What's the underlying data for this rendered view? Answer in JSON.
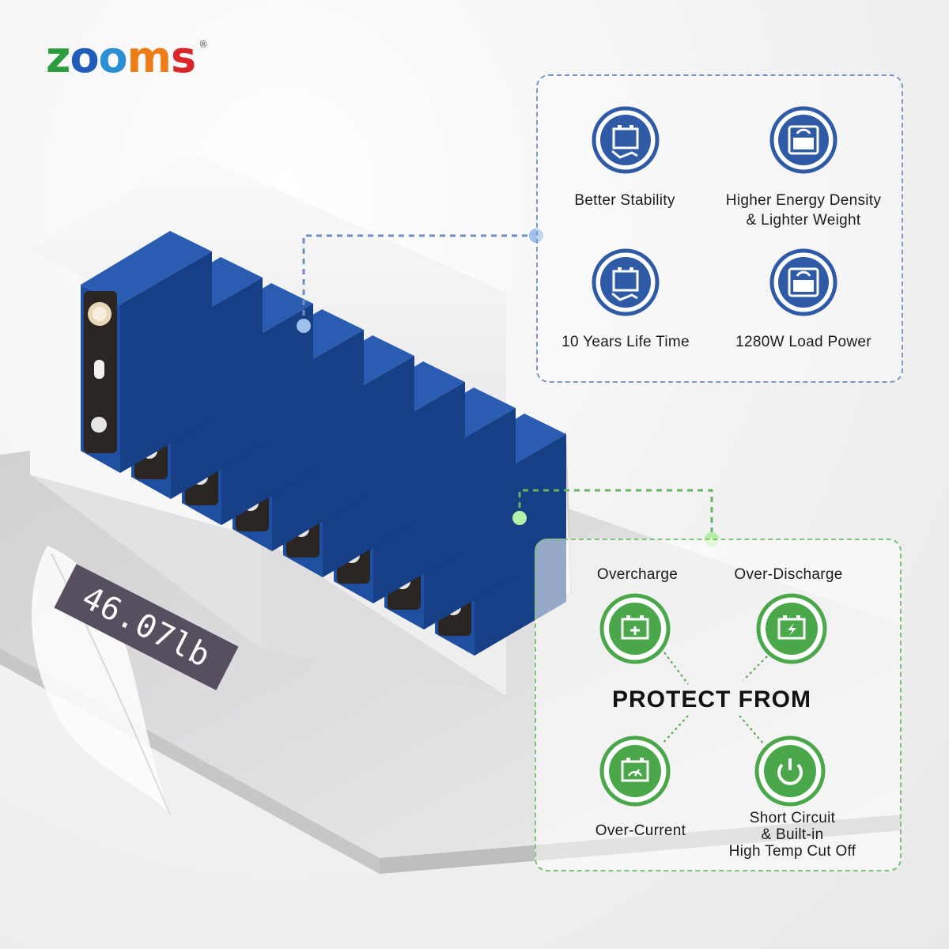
{
  "brand": {
    "logo_text": "zooms",
    "registered_mark": "®",
    "letter_colors": [
      "#2c9d3c",
      "#1f5db8",
      "#2b8fd3",
      "#ef7d17",
      "#d8262b"
    ]
  },
  "scale": {
    "readout": "46.07lb"
  },
  "features": {
    "items": [
      {
        "label": "Better Stability",
        "icon": "battery-stability-icon"
      },
      {
        "label": "Higher Energy Density\n& Lighter Weight",
        "icon": "weight-scale-icon"
      },
      {
        "label": "10 Years Life Time",
        "icon": "battery-lifetime-icon"
      },
      {
        "label": "1280W Load Power",
        "icon": "load-power-scale-icon"
      }
    ]
  },
  "protection": {
    "title": "PROTECT FROM",
    "items": [
      {
        "label": "Overcharge",
        "icon": "battery-plug-icon"
      },
      {
        "label": "Over-Discharge",
        "icon": "battery-bolt-icon"
      },
      {
        "label": "Over-Current",
        "icon": "battery-gauge-icon"
      },
      {
        "label": "Short Circuit\n& Built-in\nHigh Temp Cut Off",
        "icon": "power-icon"
      }
    ]
  },
  "colors": {
    "blue_accent": "#2f5aa6",
    "green_accent": "#4aa84a",
    "cell_blue": "#1f4fa0"
  }
}
